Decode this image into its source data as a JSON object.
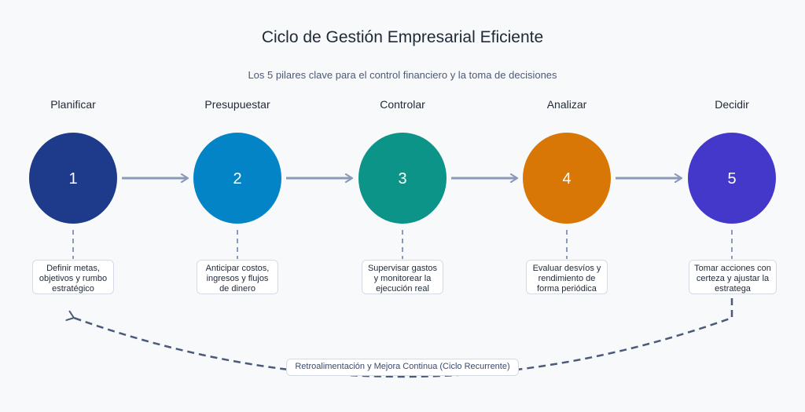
{
  "header": {
    "title": "Ciclo de Gestión Empresarial Eficiente",
    "subtitle": "Los 5 pilares clave para el control financiero y la toma de decisiones"
  },
  "stages": [
    {
      "number": "1",
      "label": "Planificar",
      "color": "#1e3a8a",
      "description": "Definir metas,\nobjetivos y rumbo\nestratégico"
    },
    {
      "number": "2",
      "label": "Presupuestar",
      "color": "#0284c7",
      "description": "Anticipar costos,\ningresos y flujos\nde dinero"
    },
    {
      "number": "3",
      "label": "Controlar",
      "color": "#0d9488",
      "description": "Supervisar gastos\ny monitorear la\nejecución real"
    },
    {
      "number": "4",
      "label": "Analizar",
      "color": "#d97706",
      "description": "Evaluar desvíos y\nrendimiento de\nforma periódica"
    },
    {
      "number": "5",
      "label": "Decidir",
      "color": "#4338ca",
      "description": "Tomar acciones con\ncerteza y ajustar la\nestratega"
    }
  ],
  "feedback_loop": {
    "label": "Retroalimentación y Mejora Continua (Ciclo Recurrente)"
  },
  "colors": {
    "arrow": "#8a9ab8",
    "loop": "#4a5a78",
    "box_border": "#d5dbe4"
  }
}
